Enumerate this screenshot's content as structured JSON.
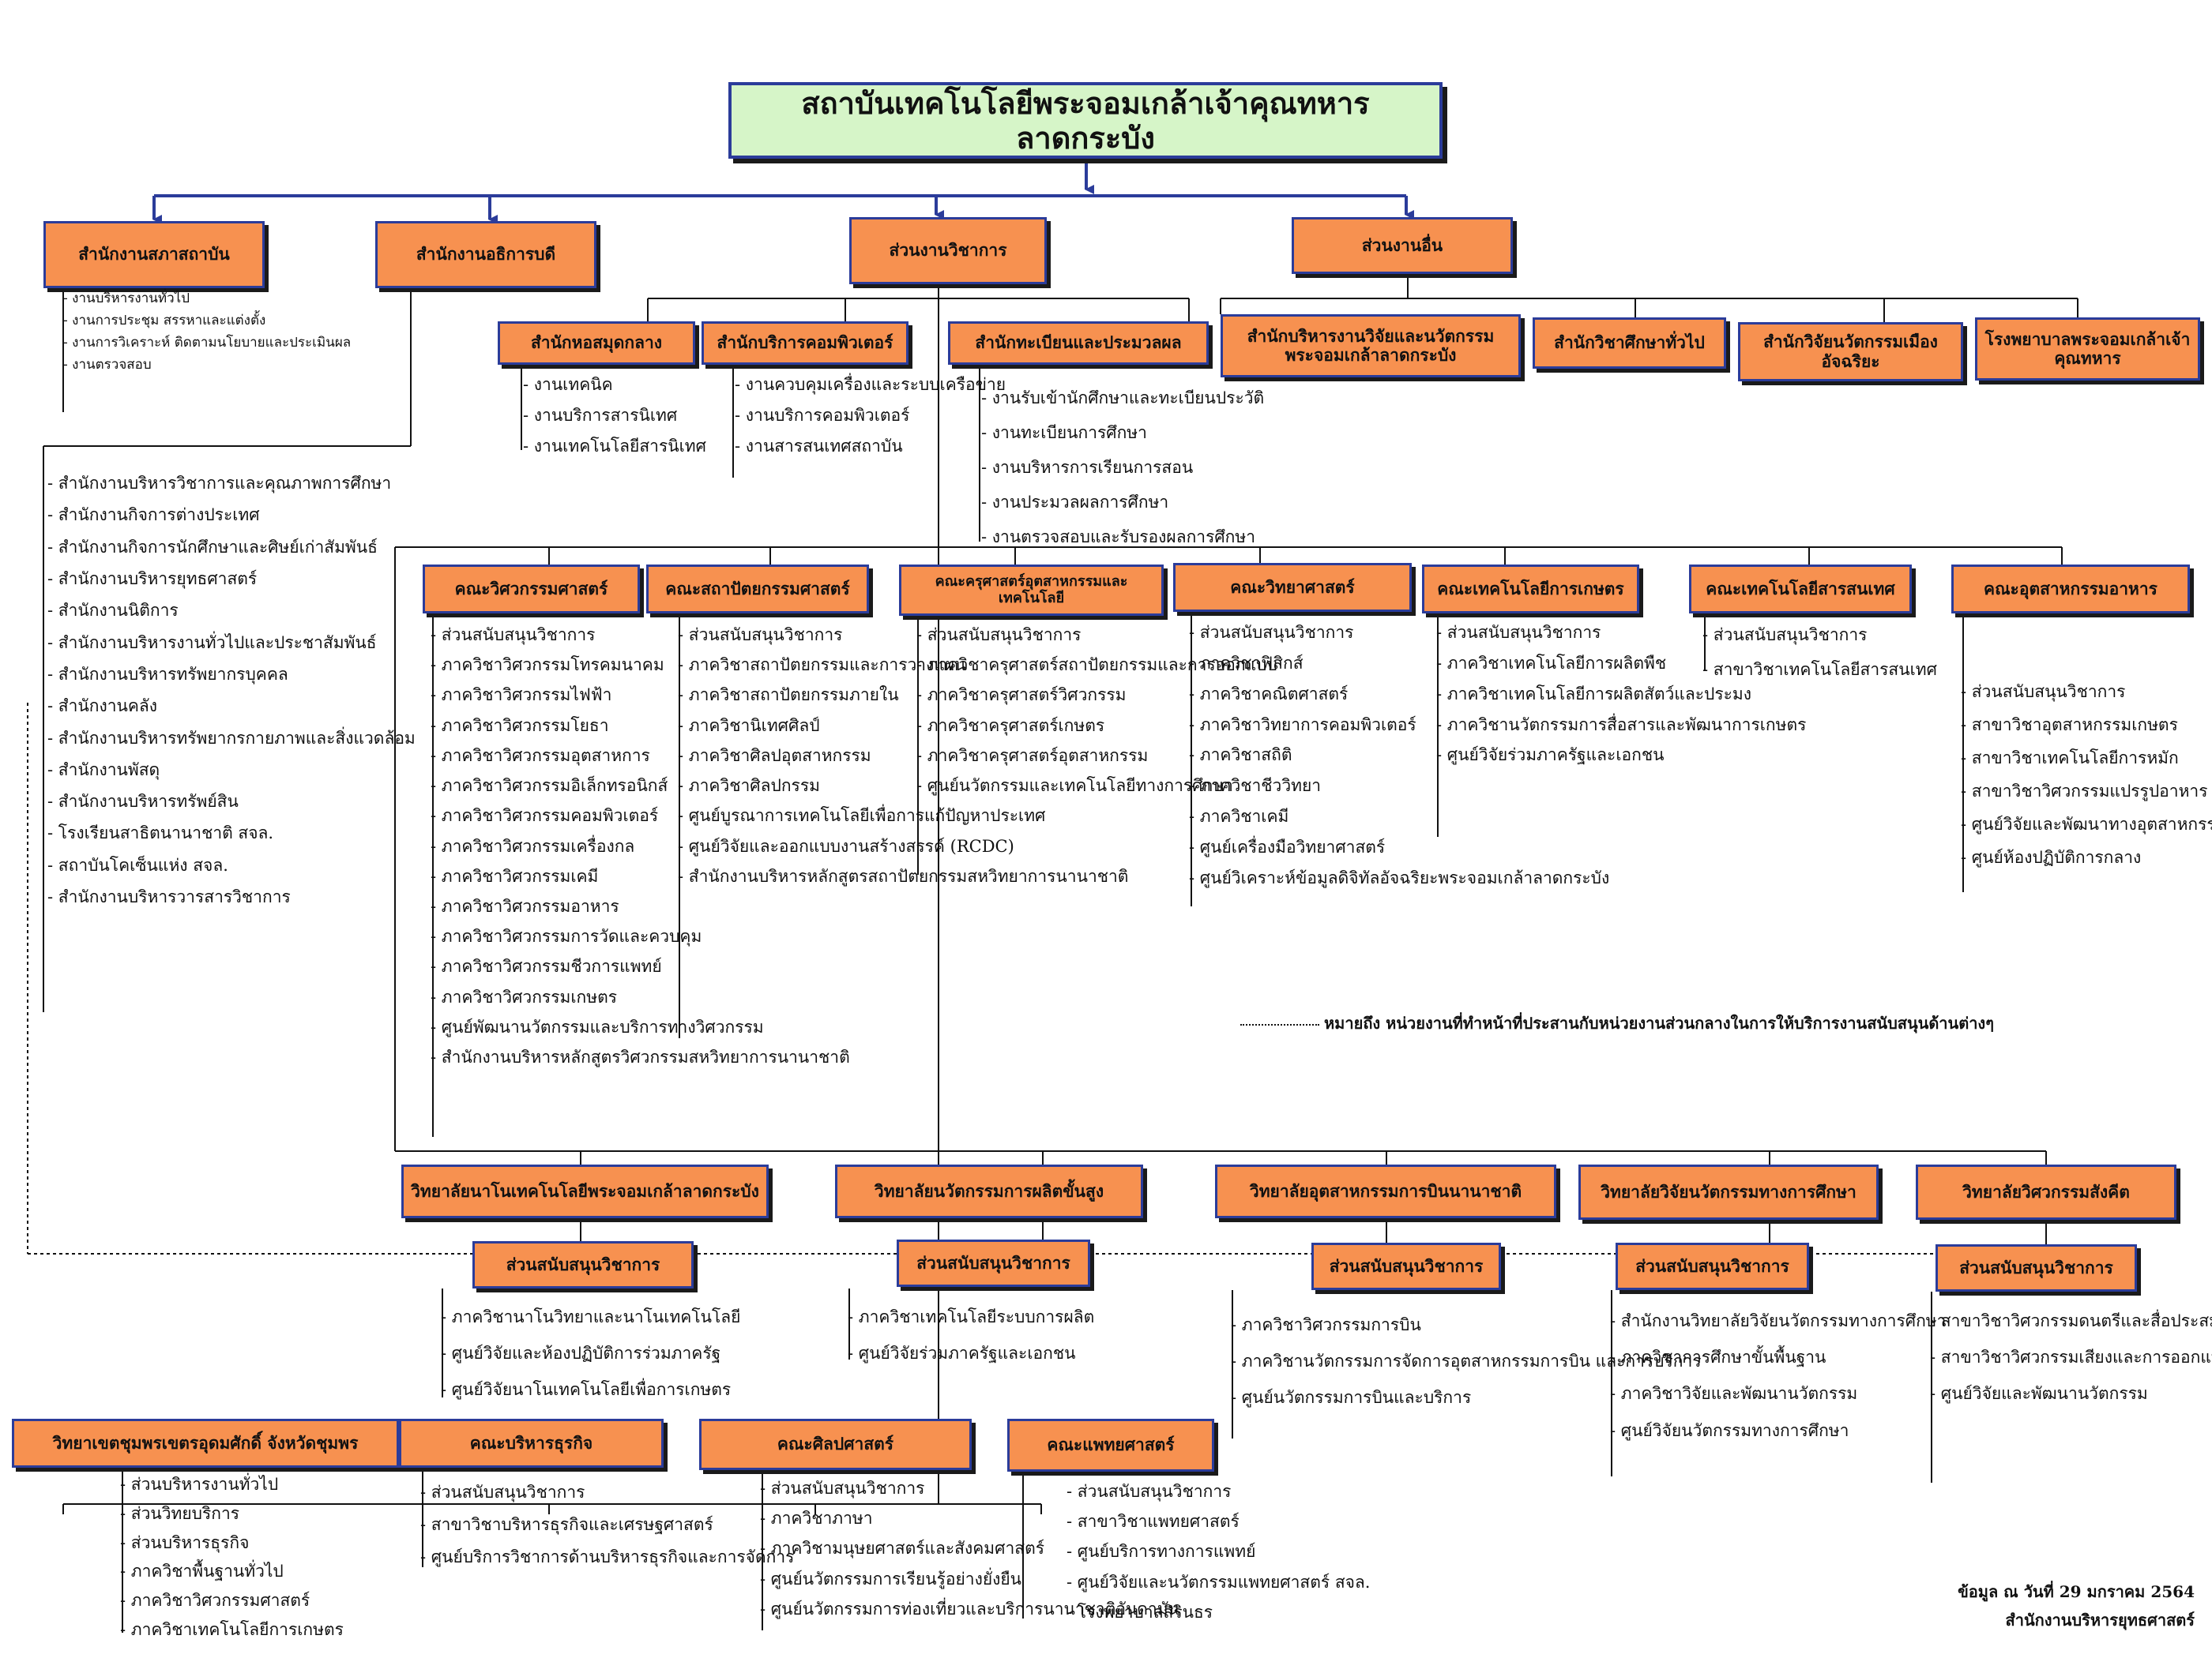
{
  "title": "สถาบันเทคโนโลยีพระจอมเกล้าเจ้าคุณทหารลาดกระบัง",
  "level1": {
    "council": "สำนักงานสภาสถาบัน",
    "president": "สำนักงานอธิการบดี",
    "academic": "ส่วนงานวิชาการ",
    "others": "ส่วนงานอื่น"
  },
  "council_tasks": [
    "งานบริหารงานทั่วไป",
    "งานการประชุม สรรหาและแต่งตั้ง",
    "งานการวิเคราะห์ ติดตามนโยบายและประเมินผล",
    "งานตรวจสอบ"
  ],
  "president_offices": [
    "สำนักงานบริหารวิชาการและคุณภาพการศึกษา",
    "สำนักงานกิจการต่างประเทศ",
    "สำนักงานกิจการนักศึกษาและศิษย์เก่าสัมพันธ์",
    "สำนักงานบริหารยุทธศาสตร์",
    "สำนักงานนิติการ",
    "สำนักงานบริหารงานทั่วไปและประชาสัมพันธ์",
    "สำนักงานบริหารทรัพยากรบุคคล",
    "สำนักงานคลัง",
    "สำนักงานบริหารทรัพยากรกายภาพและสิ่งแวดล้อม",
    "สำนักงานพัสดุ",
    "สำนักงานบริหารทรัพย์สิน",
    "โรงเรียนสาธิตนานาชาติ สจล.",
    "สถาบันโคเซ็นแห่ง สจล.",
    "สำนักงานบริหารวารสารวิชาการ"
  ],
  "bureaus": [
    {
      "name": "สำนักหอสมุดกลาง",
      "items": [
        "งานเทคนิค",
        "งานบริการสารนิเทศ",
        "งานเทคโนโลยีสารนิเทศ"
      ]
    },
    {
      "name": "สำนักบริการคอมพิวเตอร์",
      "items": [
        "งานควบคุมเครื่องและระบบเครือข่าย",
        "งานบริการคอมพิวเตอร์",
        "งานสารสนเทศสถาบัน"
      ]
    },
    {
      "name": "สำนักทะเบียนและประมวลผล",
      "items": [
        "งานรับเข้านักศึกษาและทะเบียนประวัติ",
        "งานทะเบียนการศึกษา",
        "งานบริหารการเรียนการสอน",
        "งานประมวลผลการศึกษา",
        "งานตรวจสอบและรับรองผลการศึกษา"
      ]
    }
  ],
  "other_units": [
    "สำนักบริหารงานวิจัยและนวัตกรรมพระจอมเกล้าลาดกระบัง",
    "สำนักวิชาศึกษาทั่วไป",
    "สำนักวิจัยนวัตกรรมเมืองอัจฉริยะ",
    "โรงพยาบาลพระจอมเกล้าเจ้าคุณทหาร"
  ],
  "faculties": [
    {
      "name": "คณะวิศวกรรมศาสตร์",
      "items": [
        "ส่วนสนับสนุนวิชาการ",
        "ภาควิชาวิศวกรรมโทรคมนาคม",
        "ภาควิชาวิศวกรรมไฟฟ้า",
        "ภาควิชาวิศวกรรมโยธา",
        "ภาควิชาวิศวกรรมอุตสาหการ",
        "ภาควิชาวิศวกรรมอิเล็กทรอนิกส์",
        "ภาควิชาวิศวกรรมคอมพิวเตอร์",
        "ภาควิชาวิศวกรรมเครื่องกล",
        "ภาควิชาวิศวกรรมเคมี",
        "ภาควิชาวิศวกรรมอาหาร",
        "ภาควิชาวิศวกรรมการวัดและควบคุม",
        "ภาควิชาวิศวกรรมชีวการแพทย์",
        "ภาควิชาวิศวกรรมเกษตร",
        "ศูนย์พัฒนานวัตกรรมและบริการทางวิศวกรรม",
        "สำนักงานบริหารหลักสูตรวิศวกรรมสหวิทยาการนานาชาติ"
      ]
    },
    {
      "name": "คณะสถาปัตยกรรมศาสตร์",
      "items": [
        "ส่วนสนับสนุนวิชาการ",
        "ภาควิชาสถาปัตยกรรมและการวางแผน",
        "ภาควิชาสถาปัตยกรรมภายใน",
        "ภาควิชานิเทศศิลป์",
        "ภาควิชาศิลปอุตสาหกรรม",
        "ภาควิชาศิลปกรรม",
        "ศูนย์บูรณาการเทคโนโลยีเพื่อการแก้ปัญหาประเทศ",
        "ศูนย์วิจัยและออกแบบงานสร้างสรรค์ (RCDC)",
        "สำนักงานบริหารหลักสูตรสถาปัตยกรรมสหวิทยาการนานาชาติ"
      ]
    },
    {
      "name": "คณะครุศาสตร์อุตสาหกรรมและเทคโนโลยี",
      "items": [
        "ส่วนสนับสนุนวิชาการ",
        "ภาควิชาครุศาสตร์สถาปัตยกรรมและการออกแบบ",
        "ภาควิชาครุศาสตร์วิศวกรรม",
        "ภาควิชาครุศาสตร์เกษตร",
        "ภาควิชาครุศาสตร์อุตสาหกรรม",
        "ศูนย์นวัตกรรมและเทคโนโลยีทางการศึกษา"
      ]
    },
    {
      "name": "คณะวิทยาศาสตร์",
      "items": [
        "ส่วนสนับสนุนวิชาการ",
        "ภาควิชาฟิสิกส์",
        "ภาควิชาคณิตศาสตร์",
        "ภาควิชาวิทยาการคอมพิวเตอร์",
        "ภาควิชาสถิติ",
        "ภาควิชาชีววิทยา",
        "ภาควิชาเคมี",
        "ศูนย์เครื่องมือวิทยาศาสตร์",
        "ศูนย์วิเคราะห์ข้อมูลดิจิทัลอัจฉริยะพระจอมเกล้าลาดกระบัง"
      ]
    },
    {
      "name": "คณะเทคโนโลยีการเกษตร",
      "items": [
        "ส่วนสนับสนุนวิชาการ",
        "ภาควิชาเทคโนโลยีการผลิตพืช",
        "ภาควิชาเทคโนโลยีการผลิตสัตว์และประมง",
        "ภาควิชานวัตกรรมการสื่อสารและพัฒนาการเกษตร",
        "ศูนย์วิจัยร่วมภาครัฐและเอกชน"
      ]
    },
    {
      "name": "คณะเทคโนโลยีสารสนเทศ",
      "items": [
        "ส่วนสนับสนุนวิชาการ",
        "สาขาวิชาเทคโนโลยีสารสนเทศ"
      ]
    },
    {
      "name": "คณะอุตสาหกรรมอาหาร",
      "items": [
        "ส่วนสนับสนุนวิชาการ",
        "สาขาวิชาอุตสาหกรรมเกษตร",
        "สาขาวิชาเทคโนโลยีการหมัก",
        "สาขาวิชาวิศวกรรมแปรรูปอาหาร",
        "ศูนย์วิจัยและพัฒนาทางอุตสาหกรรมอาหาร",
        "ศูนย์ห้องปฏิบัติการกลาง"
      ]
    }
  ],
  "colleges": [
    {
      "name": "วิทยาลัยนาโนเทคโนโลยีพระจอมเกล้าลาดกระบัง",
      "support": "ส่วนสนับสนุนวิชาการ",
      "items": [
        "ภาควิชานาโนวิทยาและนาโนเทคโนโลยี",
        "ศูนย์วิจัยและห้องปฏิบัติการร่วมภาครัฐ",
        "ศูนย์วิจัยนาโนเทคโนโลยีเพื่อการเกษตร"
      ]
    },
    {
      "name": "วิทยาลัยนวัตกรรมการผลิตขั้นสูง",
      "support": "ส่วนสนับสนุนวิชาการ",
      "items": [
        "ภาควิชาเทคโนโลยีระบบการผลิต",
        "ศูนย์วิจัยร่วมภาครัฐและเอกชน"
      ]
    },
    {
      "name": "วิทยาลัยอุตสาหกรรมการบินนานาชาติ",
      "support": "ส่วนสนับสนุนวิชาการ",
      "items": [
        "ภาควิชาวิศวกรรมการบิน",
        "ภาควิชานวัตกรรมการจัดการอุตสาหกรรมการบิน และการบริการ",
        "ศูนย์นวัตกรรมการบินและบริการ"
      ]
    },
    {
      "name": "วิทยาลัยวิจัยนวัตกรรมทางการศึกษา",
      "support": "ส่วนสนับสนุนวิชาการ",
      "items": [
        "สำนักงานวิทยาลัยวิจัยนวัตกรรมทางการศึกษา",
        "ภาควิชาการศึกษาขั้นพื้นฐาน",
        "ภาควิชาวิจัยและพัฒนานวัตกรรม",
        "ศูนย์วิจัยนวัตกรรมทางการศึกษา"
      ]
    },
    {
      "name": "วิทยาลัยวิศวกรรมสังคีต",
      "support": "ส่วนสนับสนุนวิชาการ",
      "items": [
        "สาขาวิชาวิศวกรรมดนตรีและสื่อประสม",
        "สาขาวิชาวิศวกรรมเสียงและการออกแบบ",
        "ศูนย์วิจัยและพัฒนานวัตกรรม"
      ]
    }
  ],
  "bottom": [
    {
      "name": "วิทยาเขตชุมพรเขตรอุดมศักดิ์ จังหวัดชุมพร",
      "items": [
        "ส่วนบริหารงานทั่วไป",
        "ส่วนวิทยบริการ",
        "ส่วนบริหารธุรกิจ",
        "ภาควิชาพื้นฐานทั่วไป",
        "ภาควิชาวิศวกรรมศาสตร์",
        "ภาควิชาเทคโนโลยีการเกษตร"
      ]
    },
    {
      "name": "คณะบริหารธุรกิจ",
      "items": [
        "ส่วนสนับสนุนวิชาการ",
        "สาขาวิชาบริหารธุรกิจและเศรษฐศาสตร์",
        "ศูนย์บริการวิชาการด้านบริหารธุรกิจและการจัดการ"
      ]
    },
    {
      "name": "คณะศิลปศาสตร์",
      "items": [
        "ส่วนสนับสนุนวิชาการ",
        "ภาควิชาภาษา",
        "ภาควิชามนุษยศาสตร์และสังคมศาสตร์",
        "ศูนย์นวัตกรรมการเรียนรู้อย่างยั่งยืน",
        "ศูนย์นวัตกรรมการท่องเที่ยวและบริการนานาชาติอันดามัน"
      ]
    },
    {
      "name": "คณะแพทยศาสตร์",
      "items": [
        "ส่วนสนับสนุนวิชาการ",
        "สาขาวิชาแพทยศาสตร์",
        "ศูนย์บริการทางการแพทย์",
        "ศูนย์วิจัยและนวัตกรรมแพทยศาสตร์ สจล.",
        "โรงพยาบาลสิรินธร"
      ]
    }
  ],
  "note": "หมายถึง หน่วยงานที่ทำหน้าที่ประสานกับหน่วยงานส่วนกลางในการให้บริการงานสนับสนุนด้านต่างๆ",
  "footer": {
    "date": "ข้อมูล ณ วันที่ 29 มกราคม 2564",
    "org": "สำนักงานบริหารยุทธศาสตร์"
  },
  "colors": {
    "box_fill": "#f79150",
    "box_border": "#2b3c9a",
    "title_fill": "#d6f5c8",
    "arrow": "#2b3c9a"
  }
}
